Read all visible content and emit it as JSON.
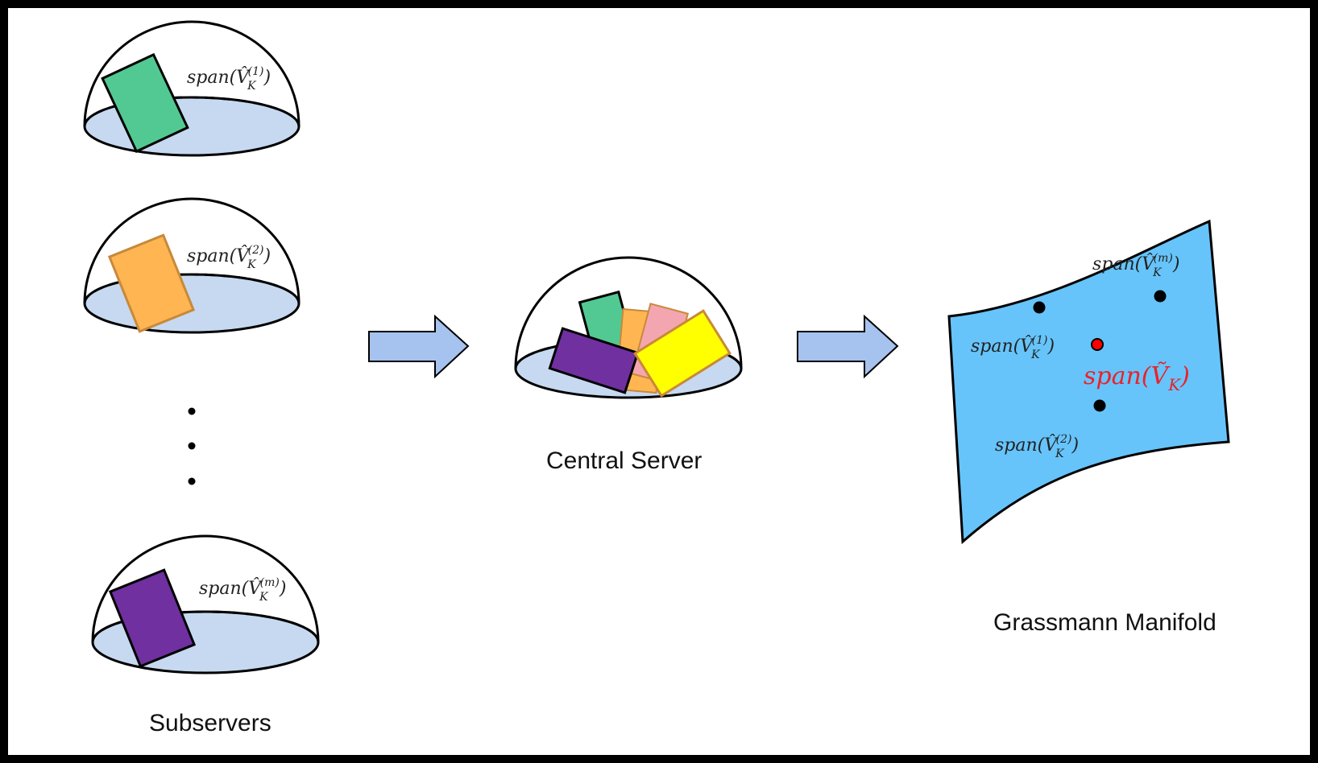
{
  "labels": {
    "subservers": "Subservers",
    "central": "Central Server",
    "manifold": "Grassmann Manifold"
  },
  "subspaces": [
    {
      "sup": "(1)",
      "color": "#52c993"
    },
    {
      "sup": "(2)",
      "color": "#ffb652"
    },
    {
      "sup": "(m)",
      "color": "#7030a0"
    }
  ],
  "math": {
    "prefix": "span(",
    "V_hat": "V̂",
    "V_tilde": "Ṽ",
    "sub": "K",
    "suffix": ")"
  },
  "colors": {
    "dome_base": "#c6d9f1",
    "arrow": "#a6c2ee",
    "manifold": "#66c4fa",
    "consensus_point": "#ff0000",
    "central_pink": "#f4a6b0",
    "central_yellow": "#ffff00"
  }
}
